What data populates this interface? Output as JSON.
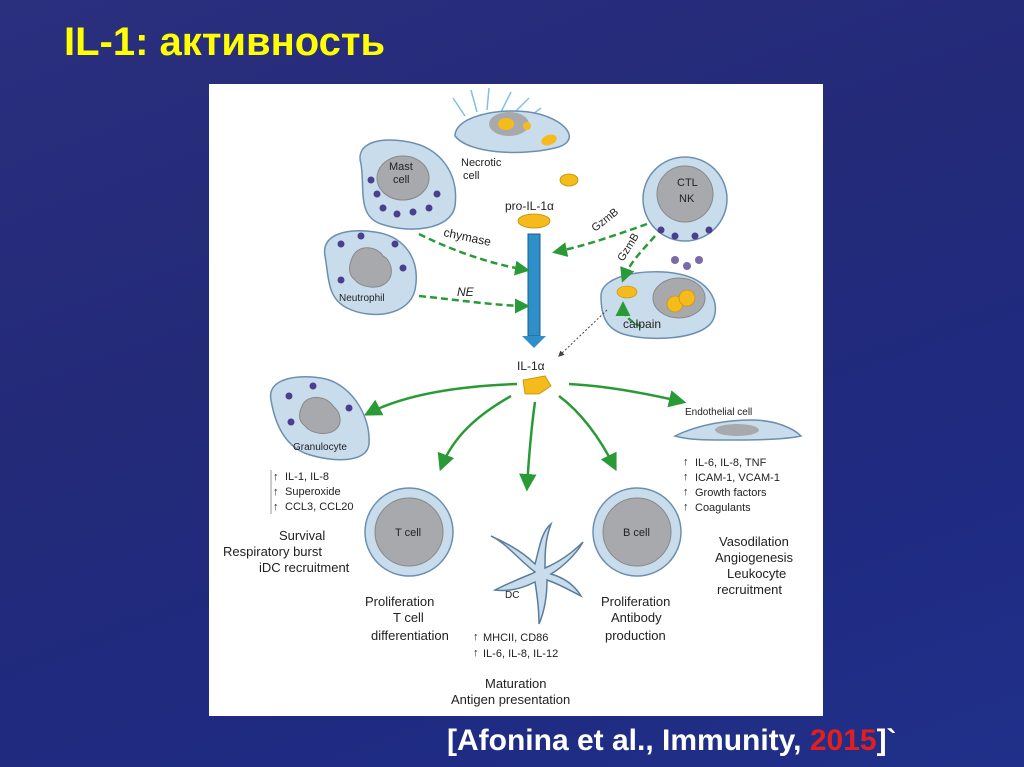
{
  "slide": {
    "title": "IL-1: активность",
    "citation_prefix": "[Afonina et al., Immunity, ",
    "citation_year": "2015",
    "citation_suffix": "]`"
  },
  "colors": {
    "background": "#252c7d",
    "title": "#ffff00",
    "citation_year": "#e02020",
    "cell_fill": "#c9dcec",
    "nucleus_fill": "#a7a9ac",
    "granule": "#4a3f8c",
    "il1_yellow": "#f5bb1c",
    "arrow_green": "#2a9a36",
    "arrow_blue": "#2e8fc9"
  },
  "diagram": {
    "necrotic_cell": [
      "Necrotic",
      "cell"
    ],
    "mast_cell": [
      "Mast",
      "cell"
    ],
    "neutrophil": "Neutrophil",
    "ctl_nk": [
      "CTL",
      "NK"
    ],
    "pro_il1a": "pro-IL-1α",
    "il1a": "IL-1α",
    "chymase": "chymase",
    "ne": "NE",
    "gzmb_1": "GzmB",
    "gzmb_2": "GzmB",
    "calpain": "calpain",
    "granulocyte": {
      "name": "Granulocyte",
      "markers": [
        "IL-1, IL-8",
        "Superoxide",
        "CCL3, CCL20"
      ],
      "outcomes": [
        "Survival",
        "Respiratory burst",
        "iDC recruitment"
      ]
    },
    "t_cell": {
      "name": "T cell",
      "outcomes": [
        "Proliferation",
        "T cell",
        "differentiation"
      ]
    },
    "dc": {
      "name": "DC",
      "markers": [
        "MHCII, CD86",
        "IL-6, IL-8, IL-12"
      ],
      "outcomes": [
        "Maturation",
        "Antigen presentation"
      ]
    },
    "b_cell": {
      "name": "B cell",
      "outcomes": [
        "Proliferation",
        "Antibody",
        "production"
      ]
    },
    "endothelial": {
      "name": "Endothelial cell",
      "markers": [
        "IL-6, IL-8, TNF",
        "ICAM-1, VCAM-1",
        "Growth factors",
        "Coagulants"
      ],
      "outcomes": [
        "Vasodilation",
        "Angiogenesis",
        "Leukocyte",
        "recruitment"
      ]
    },
    "up_arrow": "↑"
  }
}
